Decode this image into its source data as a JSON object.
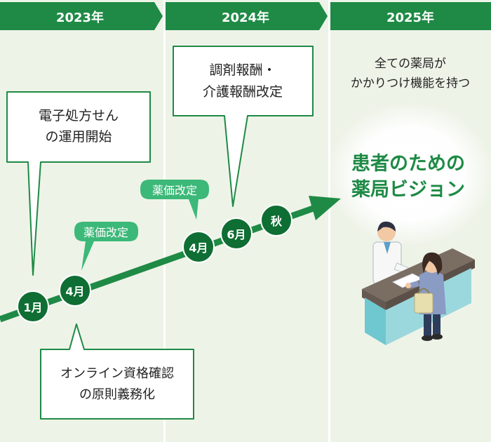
{
  "years": [
    "2023年",
    "2024年",
    "2025年"
  ],
  "callouts": {
    "epres": [
      "電子処方せん",
      "の運用開始"
    ],
    "revision": [
      "調剤報酬・",
      "介護報酬改定"
    ],
    "online": [
      "オンライン資格確認",
      "の原則義務化"
    ]
  },
  "tags": {
    "price1": "薬価改定",
    "price2": "薬価改定"
  },
  "milestones": {
    "jan": "1月",
    "apr_2023": "4月",
    "apr_2024": "4月",
    "jun": "6月",
    "autumn": "秋"
  },
  "goal": {
    "lead": [
      "全ての薬局が",
      "かかりつけ機能を持つ"
    ],
    "vision": [
      "患者のための",
      "薬局ビジョン"
    ]
  },
  "colors": {
    "brand_green": "#1e8a45",
    "dark_green": "#0f6e33",
    "tag_green": "#3cb878",
    "panel_bg": "#eef3e8"
  }
}
